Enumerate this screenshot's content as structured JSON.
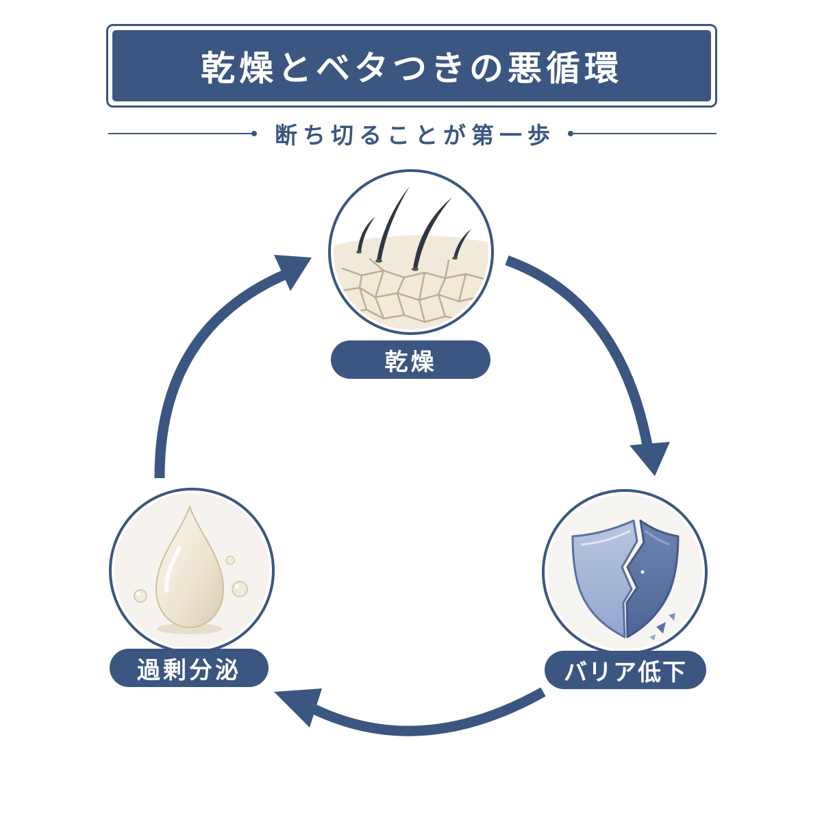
{
  "header": {
    "title": "乾燥とベタつきの悪循環",
    "subtitle": "断ち切ることが第一歩"
  },
  "cycle": {
    "nodes": [
      {
        "id": "dry",
        "label": "乾燥",
        "icon": "dry-skin-hair-icon"
      },
      {
        "id": "barrier",
        "label": "バリア低下",
        "icon": "broken-shield-icon"
      },
      {
        "id": "sebum",
        "label": "過剰分泌",
        "icon": "oil-drop-icon"
      }
    ],
    "direction": "clockwise"
  },
  "colors": {
    "navy": "#3b5680",
    "skin": "#f1e9da",
    "crack": "#bfae94",
    "hair": "#2f3743",
    "shield_light": "#a7b7d6",
    "shield_dark": "#5c73a3",
    "drop": "#f2ecdd"
  }
}
